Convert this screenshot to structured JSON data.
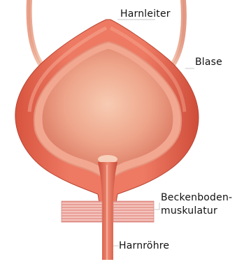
{
  "labels": {
    "ureter": "Harnleiter",
    "bladder": "Blase",
    "pelvic_floor_line1": "Beckenboden-",
    "pelvic_floor_line2": "muskulatur",
    "urethra": "Harnröhre"
  },
  "colors": {
    "outer_wall": "#e7624f",
    "wall_highlight": "#f39a85",
    "lumen": "#e58f76",
    "lumen_light": "#f6c3a9",
    "ureter": "#f1b7a0",
    "muscle_band": "#e58a82",
    "text": "#111111",
    "leader_line": "#c8c8c8"
  }
}
